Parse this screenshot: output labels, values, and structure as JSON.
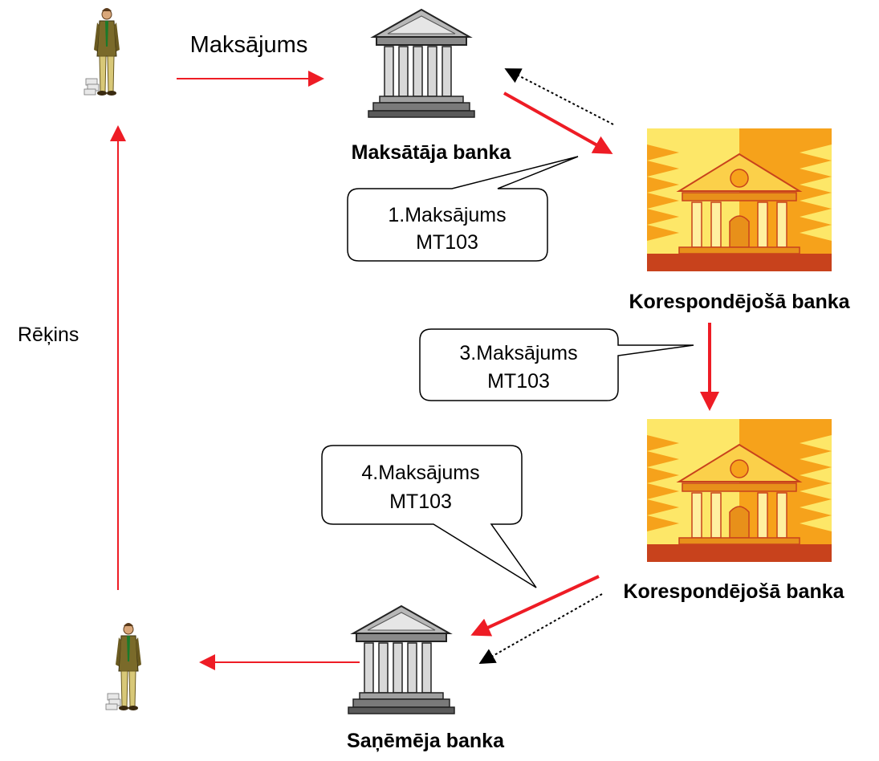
{
  "labels": {
    "payment": "Maksājums",
    "invoice": "Rēķins",
    "payer_bank": "Maksātāja banka",
    "correspondent_bank_1": "Korespondējošā banka",
    "correspondent_bank_2": "Korespondējošā banka",
    "payee_bank": "Saņēmēja banka"
  },
  "callouts": {
    "first": {
      "line1": "1.Maksājums",
      "line2": "MT103"
    },
    "third": {
      "line1": "3.Maksājums",
      "line2": "MT103"
    },
    "fourth": {
      "line1": "4.Maksājums",
      "line2": "MT103"
    }
  },
  "colors": {
    "flow_arrow": "#ee1c25",
    "dotted_arrow": "#000000",
    "callout_stroke": "#000000",
    "correspondent_bg_light": "#fde768",
    "correspondent_bg_dark": "#f6a21b",
    "correspondent_base": "#c8421c"
  },
  "icons": {
    "payer_person": "businessman-with-money-icon",
    "payee_person": "businessman-with-money-icon",
    "payer_bank": "classical-bank-building-icon",
    "payee_bank": "classical-bank-building-icon",
    "correspondent_bank_1": "golden-bank-building-icon",
    "correspondent_bank_2": "golden-bank-building-icon"
  }
}
